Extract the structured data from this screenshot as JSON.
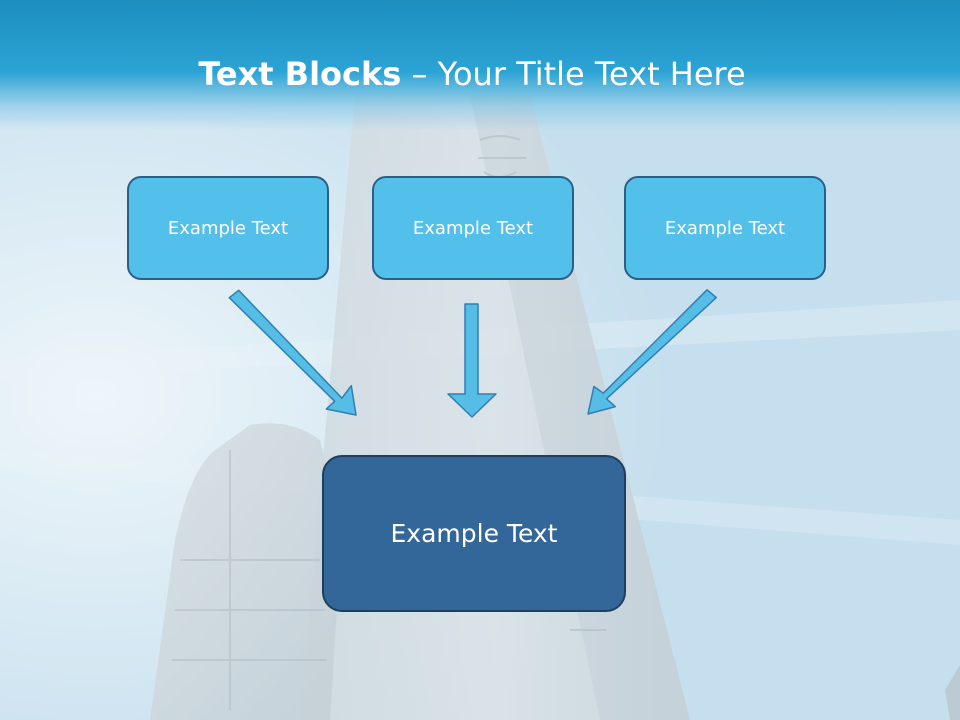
{
  "slide": {
    "title_bold": "Text Blocks",
    "title_dash": "–",
    "title_rest": "Your Title Text Here"
  },
  "blocks": {
    "top": [
      "Example Text",
      "Example Text",
      "Example Text"
    ],
    "bottom": "Example Text"
  },
  "colors": {
    "header": "#2ba3d4",
    "top_box_fill": "#52c0ea",
    "top_box_border": "#2c5f86",
    "bottom_box_fill": "#336699",
    "arrow_fill": "#55bde6",
    "arrow_stroke": "#2f7fb0"
  }
}
